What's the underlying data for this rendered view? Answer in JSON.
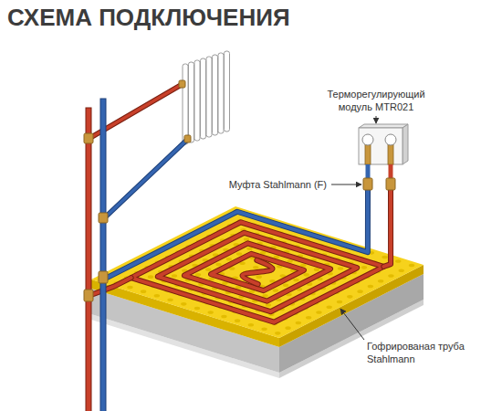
{
  "diagram": {
    "title": "СХЕМА ПОДКЛЮЧЕНИЯ",
    "labels": [
      "Терморегулирующий модуль MTR021",
      "Муфта Stahlmann (F)",
      "Гофрированая труба Stahlmann"
    ]
  }
}
